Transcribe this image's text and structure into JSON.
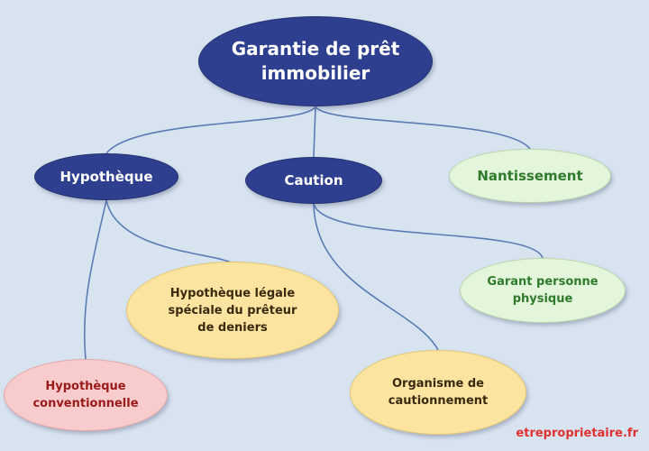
{
  "colors": {
    "background": "#d8e3f0",
    "connector": "#5b7bb5",
    "dark_node": "#2e3f8f",
    "green_node": "#e3f6dc",
    "yellow_node": "#fbe3a0",
    "pink_node": "#f8cccc",
    "watermark": "#e03131"
  },
  "nodes": {
    "root": {
      "line1": "Garantie de prêt",
      "line2": "immobilier"
    },
    "hypotheque": {
      "label": "Hypothèque"
    },
    "caution": {
      "label": "Caution"
    },
    "nantissement": {
      "label": "Nantissement"
    },
    "hypotheque_legale": {
      "line1": "Hypothèque légale",
      "line2": "spéciale du prêteur",
      "line3": "de deniers"
    },
    "hypotheque_conventionnelle": {
      "line1": "Hypothèque",
      "line2": "conventionnelle"
    },
    "garant": {
      "line1": "Garant personne",
      "line2": "physique"
    },
    "organisme": {
      "line1": "Organisme de",
      "line2": "cautionnement"
    }
  },
  "watermark": "etreproprietaire.fr"
}
